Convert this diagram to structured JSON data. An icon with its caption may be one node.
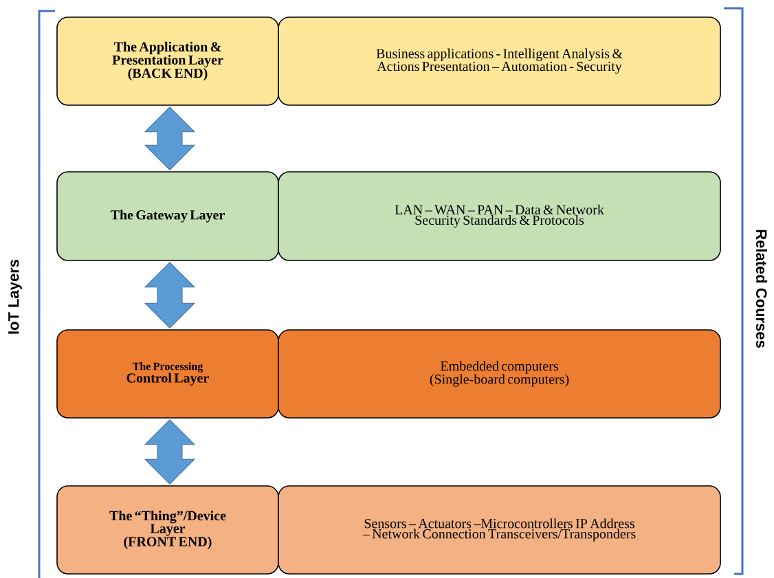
{
  "diagram": {
    "nodes": [
      {
        "text": [
          "The Application & Presentation Layer",
          "(BACK END)"
        ]
      },
      {
        "text": [
          "Business applications - Intelligent Analysis & Actions Presentation – Automation - Security"
        ]
      },
      {
        "text": [
          "The Gateway Layer"
        ]
      },
      {
        "text": [
          "LAN – WAN – PAN – Data & Network Security Standards & Protocols"
        ]
      },
      {
        "text": [
          "The Processing",
          "Control Layer"
        ]
      },
      {
        "text": [
          "Embedded computers (Single-board computers)"
        ]
      },
      {
        "text": [
          "The “Thing”/Device Layer",
          "(FRONT END)"
        ]
      },
      {
        "text": [
          "Sensors – Actuators –Microcontrollers IP Address – Network Connection Transceivers/Transponders"
        ]
      }
    ],
    "edges": [
      {
        "from": 0,
        "to": 2,
        "arrow": "both"
      },
      {
        "from": 2,
        "to": 4,
        "arrow": "both"
      },
      {
        "from": 4,
        "to": 6,
        "arrow": "both"
      }
    ],
    "labels": [
      "IoT Layers",
      "Related Courses"
    ]
  }
}
